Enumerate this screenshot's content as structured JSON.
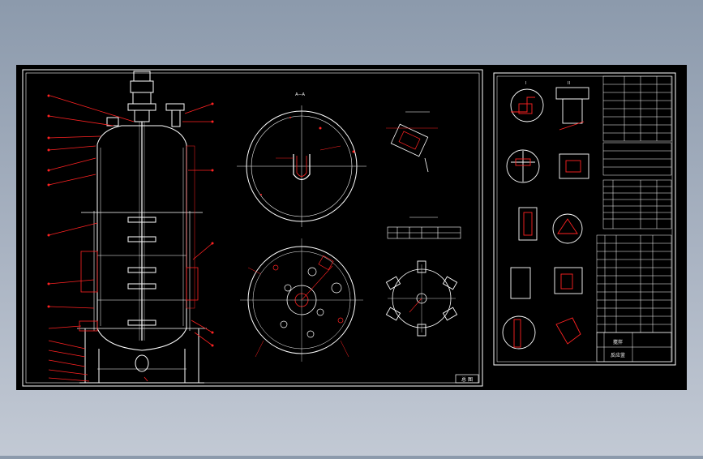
{
  "drawing": {
    "background": "#000000",
    "frame_color": "#ffffff",
    "annotation_color": "#ff2222",
    "view_labels": {
      "section_top": "A—A",
      "detail_1": "I",
      "detail_2": "II"
    },
    "title_block": {
      "name_line1": "搅拌",
      "name_line2": "反应釜"
    },
    "main_sheet_tag": "总 图"
  }
}
